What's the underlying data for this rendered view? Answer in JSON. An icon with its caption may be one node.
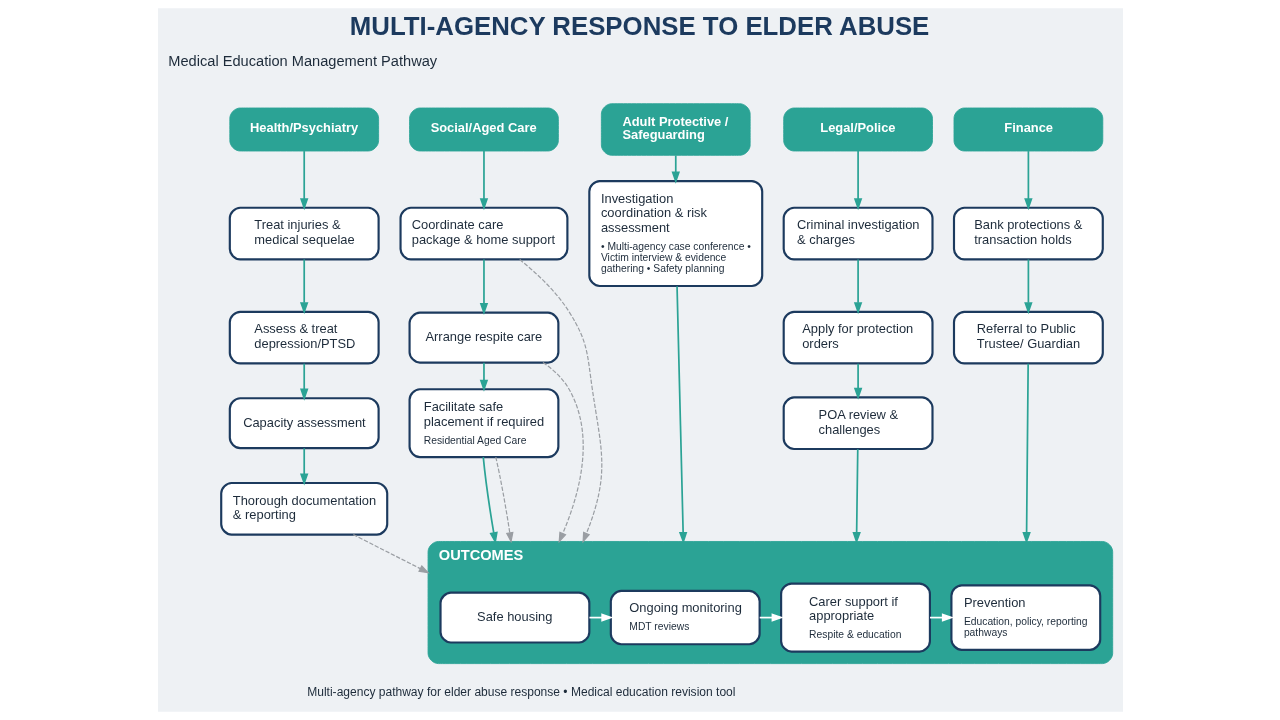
{
  "diagram": {
    "title": "MULTI-AGENCY RESPONSE TO ELDER ABUSE",
    "caption": "Multi-agency pathway for elder abuse response • Medical education revision tool",
    "nodes": [
      {
        "text": [
          "Health/Psychiatry"
        ]
      },
      {
        "text": [
          "Treat injuries & medical sequelae"
        ]
      },
      {
        "text": [
          "Assess & treat depression/PTSD"
        ]
      },
      {
        "text": [
          "Capacity assessment"
        ]
      },
      {
        "text": [
          "Thorough documentation & reporting"
        ]
      },
      {
        "text": [
          "Social/Aged Care"
        ]
      },
      {
        "text": [
          "Coordinate care package & home support"
        ]
      },
      {
        "text": [
          "Arrange respite care"
        ]
      },
      {
        "text": [
          "Facilitate safe placement if required",
          "Residential Aged Care"
        ]
      },
      {
        "text": [
          "Adult Protective / Safeguarding"
        ]
      },
      {
        "text": [
          "Investigation coordination & risk assessment",
          "• Multi-agency case conference • Victim interview & evidence gathering • Safety planning"
        ]
      },
      {
        "text": [
          "Legal/Police"
        ]
      },
      {
        "text": [
          "Criminal investigation & charges"
        ]
      },
      {
        "text": [
          "Apply for protection orders"
        ]
      },
      {
        "text": [
          "POA review & challenges"
        ]
      },
      {
        "text": [
          "Finance"
        ]
      },
      {
        "text": [
          "Bank protections & transaction holds"
        ]
      },
      {
        "text": [
          "Referral to Public Trustee/ Guardian"
        ]
      },
      {
        "text": [
          "OUTCOMES"
        ]
      },
      {
        "text": [
          "Safe housing"
        ],
        "in": 18
      },
      {
        "text": [
          "Ongoing monitoring",
          "MDT reviews"
        ],
        "in": 18
      },
      {
        "text": [
          "Carer support if appropriate",
          "Respite & education"
        ],
        "in": 18
      },
      {
        "text": [
          "Prevention",
          "Education, policy, reporting pathways"
        ],
        "in": 18
      }
    ],
    "edges": [
      {
        "from": 0,
        "to": 1,
        "arrow": "to"
      },
      {
        "from": 1,
        "to": 2,
        "arrow": "to"
      },
      {
        "from": 2,
        "to": 3,
        "arrow": "to"
      },
      {
        "from": 3,
        "to": 4,
        "arrow": "to"
      },
      {
        "from": 5,
        "to": 6,
        "arrow": "to"
      },
      {
        "from": 6,
        "to": 7,
        "arrow": "to"
      },
      {
        "from": 7,
        "to": 8,
        "arrow": "to"
      },
      {
        "from": 8,
        "to": 18,
        "arrow": "to"
      },
      {
        "from": 9,
        "to": 10,
        "arrow": "to"
      },
      {
        "from": 10,
        "to": 18,
        "arrow": "to"
      },
      {
        "from": 11,
        "to": 12,
        "arrow": "to"
      },
      {
        "from": 12,
        "to": 13,
        "arrow": "to"
      },
      {
        "from": 13,
        "to": 14,
        "arrow": "to"
      },
      {
        "from": 14,
        "to": 18,
        "arrow": "to"
      },
      {
        "from": 15,
        "to": 16,
        "arrow": "to"
      },
      {
        "from": 16,
        "to": 17,
        "arrow": "to"
      },
      {
        "from": 17,
        "to": 18,
        "arrow": "to"
      },
      {
        "from": 6,
        "to": 18,
        "arrow": "to",
        "style": "dashed",
        "color": "#9a9ea3"
      },
      {
        "from": 7,
        "to": 18,
        "arrow": "to",
        "style": "dashed",
        "color": "#9a9ea3"
      },
      {
        "from": 8,
        "to": 18,
        "arrow": "to",
        "style": "dashed",
        "color": "#9a9ea3"
      },
      {
        "from": 4,
        "to": 18,
        "arrow": "to",
        "style": "dashed",
        "color": "#9a9ea3"
      },
      {
        "from": 19,
        "to": 20,
        "arrow": "to",
        "color": "#ffffff"
      },
      {
        "from": 20,
        "to": 21,
        "arrow": "to",
        "color": "#ffffff"
      },
      {
        "from": 21,
        "to": 22,
        "arrow": "to",
        "color": "#ffffff"
      }
    ],
    "labels": [
      "Medical Education Management Pathway"
    ]
  }
}
